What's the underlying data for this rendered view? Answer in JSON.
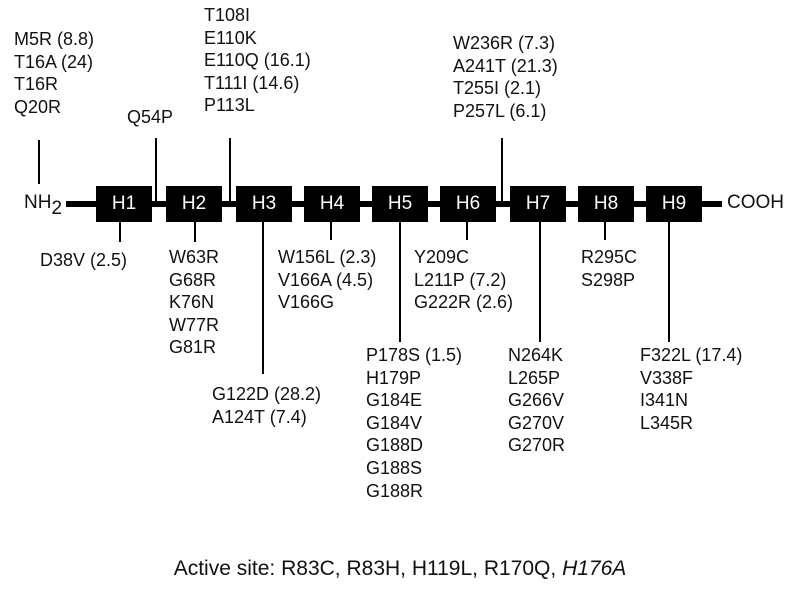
{
  "n_terminus": {
    "text": "NH",
    "sub": "2"
  },
  "c_terminus": "COOH",
  "helices": [
    "H1",
    "H2",
    "H3",
    "H4",
    "H5",
    "H6",
    "H7",
    "H8",
    "H9"
  ],
  "above": {
    "g1": [
      "M5R (8.8)",
      "T16A (24)",
      "T16R",
      "Q20R"
    ],
    "g2": [
      "Q54P"
    ],
    "g3": [
      "T108I",
      "E110K",
      "E110Q (16.1)",
      "T111I (14.6)",
      "P113L"
    ],
    "g4": [
      "W236R (7.3)",
      "A241T (21.3)",
      "T255I (2.1)",
      "P257L (6.1)"
    ]
  },
  "below": {
    "b1": [
      "D38V (2.5)"
    ],
    "b2": [
      "W63R",
      "G68R",
      "K76N",
      "W77R",
      "G81R"
    ],
    "b3": [
      "G122D (28.2)",
      "A124T (7.4)"
    ],
    "b4": [
      "W156L (2.3)",
      "V166A (4.5)",
      "V166G"
    ],
    "b5": [
      "P178S (1.5)",
      "H179P",
      "G184E",
      "G184V",
      "G188D",
      "G188S",
      "G188R"
    ],
    "b6": [
      "Y209C",
      "L211P (7.2)",
      "G222R (2.6)"
    ],
    "b7": [
      "N264K",
      "L265P",
      "G266V",
      "G270V",
      "G270R"
    ],
    "b8": [
      "R295C",
      "S298P"
    ],
    "b9": [
      "F322L (17.4)",
      "V338F",
      "I341N",
      "L345R"
    ]
  },
  "active_site": {
    "label": "Active site: ",
    "items": [
      "R83C",
      "R83H",
      "H119L",
      "R170Q"
    ],
    "last_italic": "H176A"
  }
}
